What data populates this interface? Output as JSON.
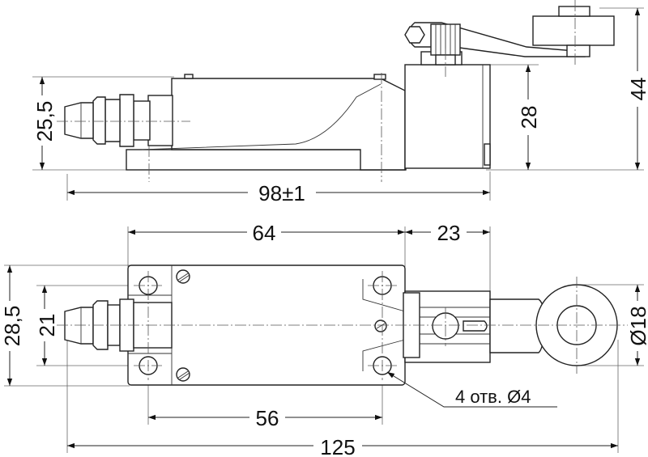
{
  "side_view": {
    "dims": {
      "height_body": "25,5",
      "height_switch": "28",
      "height_total": "44",
      "length": "98±1"
    }
  },
  "plan_view": {
    "dims": {
      "hole_spacing_x": "64",
      "head_offset": "23",
      "width_body": "28,5",
      "hole_spacing_y": "21",
      "roller_diameter": "Ø18",
      "holes_note": "4 отв. Ø4",
      "hole_spacing_bottom": "56",
      "overall_length": "125"
    }
  }
}
